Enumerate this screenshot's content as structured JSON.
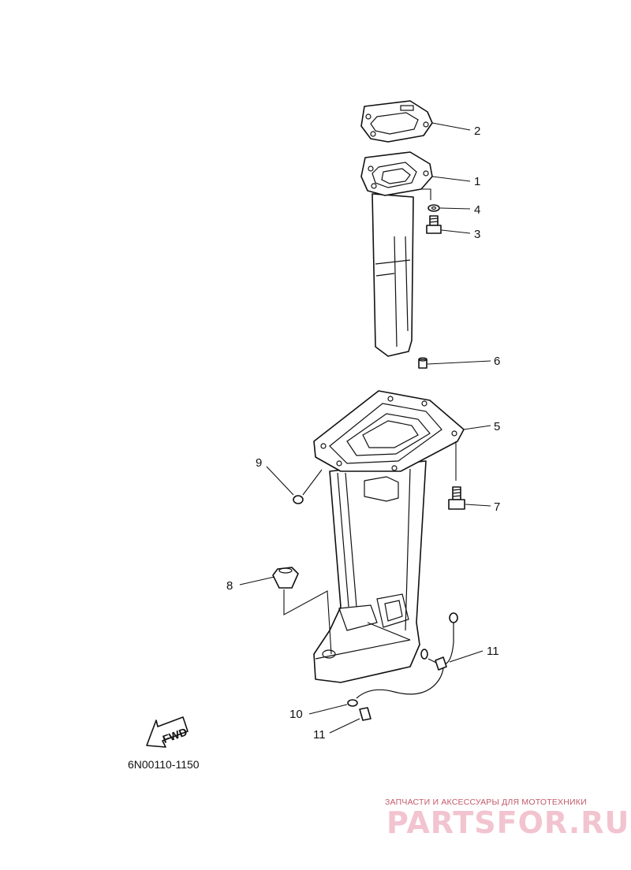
{
  "diagram": {
    "callouts": [
      {
        "id": "c2",
        "number": "2"
      },
      {
        "id": "c1",
        "number": "1"
      },
      {
        "id": "c4",
        "number": "4"
      },
      {
        "id": "c3",
        "number": "3"
      },
      {
        "id": "c6",
        "number": "6"
      },
      {
        "id": "c5",
        "number": "5"
      },
      {
        "id": "c9",
        "number": "9"
      },
      {
        "id": "c7",
        "number": "7"
      },
      {
        "id": "c8",
        "number": "8"
      },
      {
        "id": "c11a",
        "number": "11"
      },
      {
        "id": "c10",
        "number": "10"
      },
      {
        "id": "c11b",
        "number": "11"
      }
    ],
    "fwd_arrow_text": "FWD",
    "drawing_code": "6N00110-1150"
  },
  "watermark": {
    "subtitle": "ЗАПЧАСТИ И АКСЕССУАРЫ ДЛЯ МОТОТЕХНИКИ",
    "brand": "PARTSFOR.RU",
    "colors": {
      "subtitle": "#c25a6a",
      "brand": "#f2c4cf"
    }
  }
}
